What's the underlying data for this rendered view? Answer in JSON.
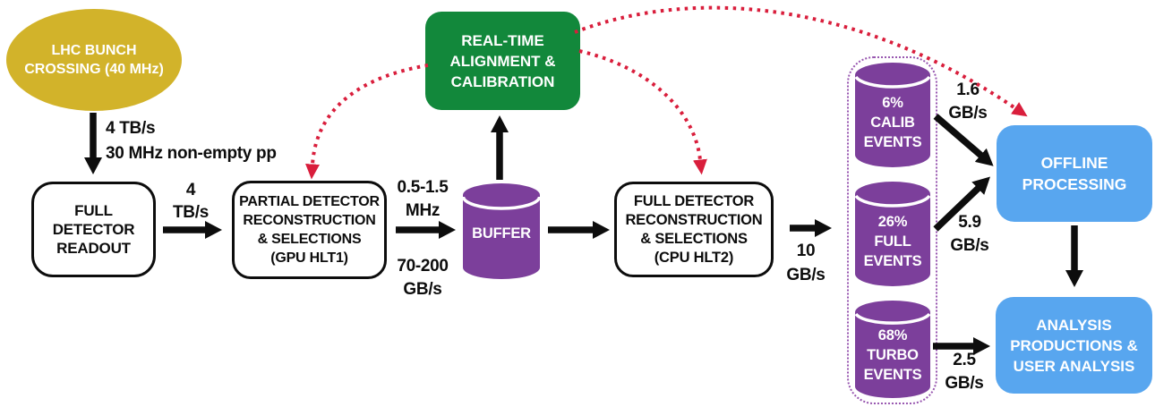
{
  "nodes": {
    "lhc": {
      "label": "LHC BUNCH\nCROSSING (40 MHz)"
    },
    "readout": {
      "label": "FULL\nDETECTOR\nREADOUT"
    },
    "hlt1": {
      "label": "PARTIAL DETECTOR\nRECONSTRUCTION\n& SELECTIONS\n(GPU HLT1)"
    },
    "buffer": {
      "label": "BUFFER"
    },
    "rta": {
      "label": "REAL-TIME\nALIGNMENT &\nCALIBRATION"
    },
    "hlt2": {
      "label": "FULL DETECTOR\nRECONSTRUCTION\n& SELECTIONS\n(CPU HLT2)"
    },
    "calib": {
      "label": "6%\nCALIB\nEVENTS"
    },
    "full": {
      "label": "26%\nFULL\nEVENTS"
    },
    "turbo": {
      "label": "68%\nTURBO\nEVENTS"
    },
    "offline": {
      "label": "OFFLINE\nPROCESSING"
    },
    "analysis": {
      "label": "ANALYSIS\nPRODUCTIONS &\nUSER ANALYSIS"
    }
  },
  "edge_labels": {
    "lhc_readout": "4 TB/s\n30 MHz non-empty pp",
    "readout_hlt1": "4\nTB/s",
    "hlt1_rate": "0.5-1.5\nMHz",
    "hlt1_bandwidth": "70-200\nGB/s",
    "hlt2_output": "10\nGB/s",
    "calib_offline": "1.6\nGB/s",
    "full_offline": "5.9\nGB/s",
    "turbo_analysis": "2.5\nGB/s"
  },
  "colors": {
    "yellow": "#d2b32a",
    "green": "#12883b",
    "purple": "#7c3f9b",
    "purple_dotted_border": "#9857b0",
    "blue": "#58a6ef",
    "red": "#d91e3c",
    "black": "#0d0d0d"
  }
}
